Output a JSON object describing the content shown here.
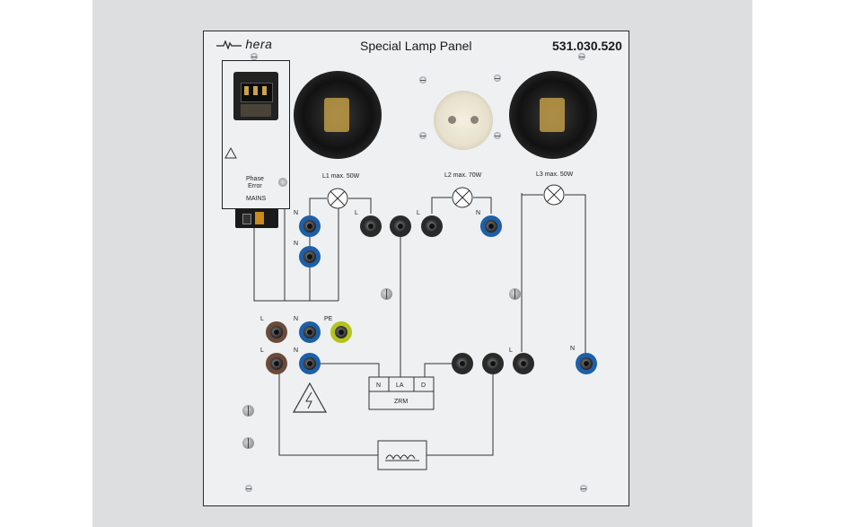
{
  "panel": {
    "brand": "hera",
    "title": "Special Lamp Panel",
    "part_number": "531.030.520"
  },
  "mains_module": {
    "indicator_label": "Phase\nError",
    "indicator_line1": "Phase",
    "indicator_line2": "Error",
    "switch_label": "MAINS"
  },
  "lamps": [
    {
      "label": "L1 max. 50W"
    },
    {
      "label": "L2 max. 70W"
    },
    {
      "label": "L3 max. 50W"
    }
  ],
  "terminals": {
    "n": "N",
    "l": "L",
    "pe": "PE"
  },
  "zrm": {
    "name": "ZRM",
    "pins": [
      "N",
      "LA",
      "D"
    ]
  },
  "colors": {
    "blue": "#1d5fa8",
    "brown": "#6b4a3a",
    "black": "#2a2a2a",
    "green_yellow": "#b6c21a",
    "panel": "#eef0f1"
  }
}
